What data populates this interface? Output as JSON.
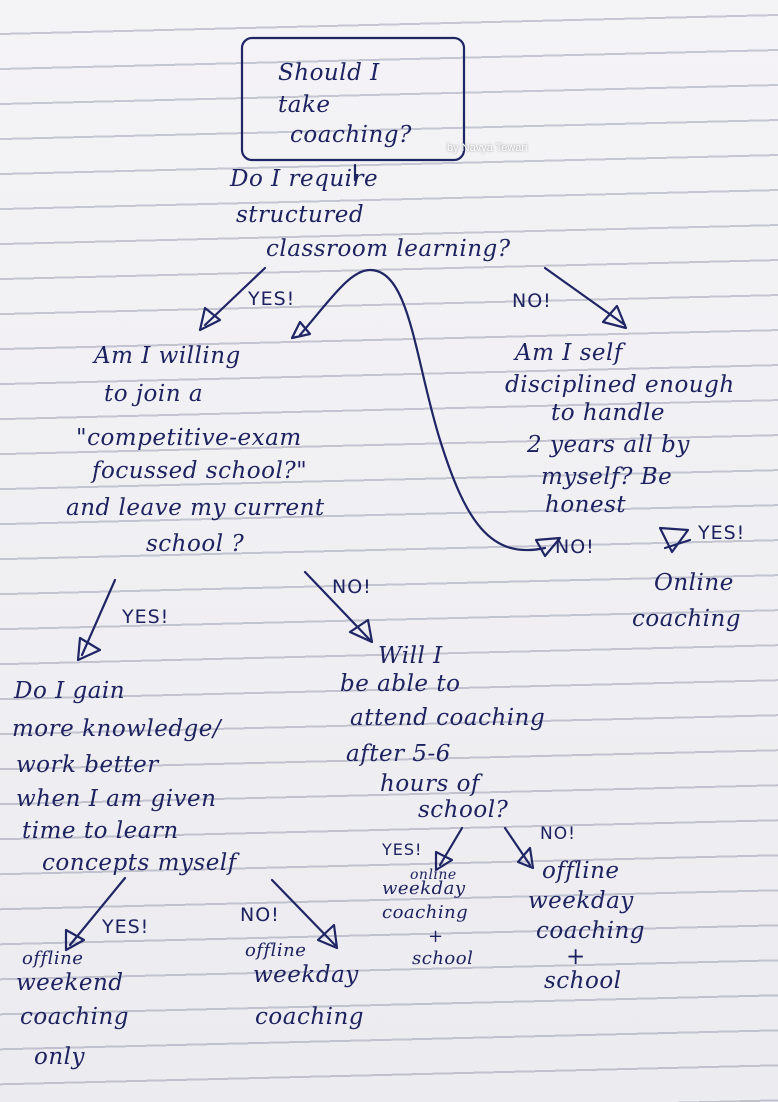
{
  "watermark": "by Navya Tewari",
  "root": {
    "lines": [
      "Should I",
      "take",
      "coaching?"
    ]
  },
  "q_structured": {
    "lines": [
      "Do I require",
      "structured",
      "classroom learning?"
    ]
  },
  "q_school": {
    "lines": [
      "Am I willing",
      "to join a",
      "\"competitive-exam",
      "focussed school?\"",
      "and leave my current",
      "school ?"
    ]
  },
  "q_self": {
    "lines": [
      "Am I self",
      "disciplined enough",
      "to handle",
      "2 years all by",
      "myself? Be",
      "honest"
    ]
  },
  "q_knowledge": {
    "lines": [
      "Do I gain",
      "more knowledge/",
      "work better",
      "when I am given",
      "time to learn",
      "concepts myself"
    ]
  },
  "q_attend": {
    "lines": [
      "Will I",
      "be able to",
      "attend coaching",
      "after 5-6",
      "hours of",
      "school?"
    ]
  },
  "outcome_online": {
    "lines": [
      "Online",
      "coaching"
    ]
  },
  "outcome_weekend": {
    "lines": [
      "offline",
      "weekend",
      "coaching",
      "only"
    ]
  },
  "outcome_weekday": {
    "lines": [
      "offline",
      "weekday",
      "coaching"
    ]
  },
  "outcome_online_weekday": {
    "lines": [
      "online",
      "weekday",
      "coaching",
      "+",
      "school"
    ]
  },
  "outcome_offline_weekday_school": {
    "lines": [
      "offline",
      "weekday",
      "coaching",
      "+",
      "school"
    ]
  },
  "labels": {
    "yes_structured": "YES!",
    "no_structured": "NO!",
    "yes_self": "YES!",
    "no_self": "NO!",
    "yes_school": "YES!",
    "no_school": "NO!",
    "yes_knowledge": "YES!",
    "no_knowledge": "NO!",
    "yes_attend": "YES!",
    "no_attend": "NO!"
  }
}
